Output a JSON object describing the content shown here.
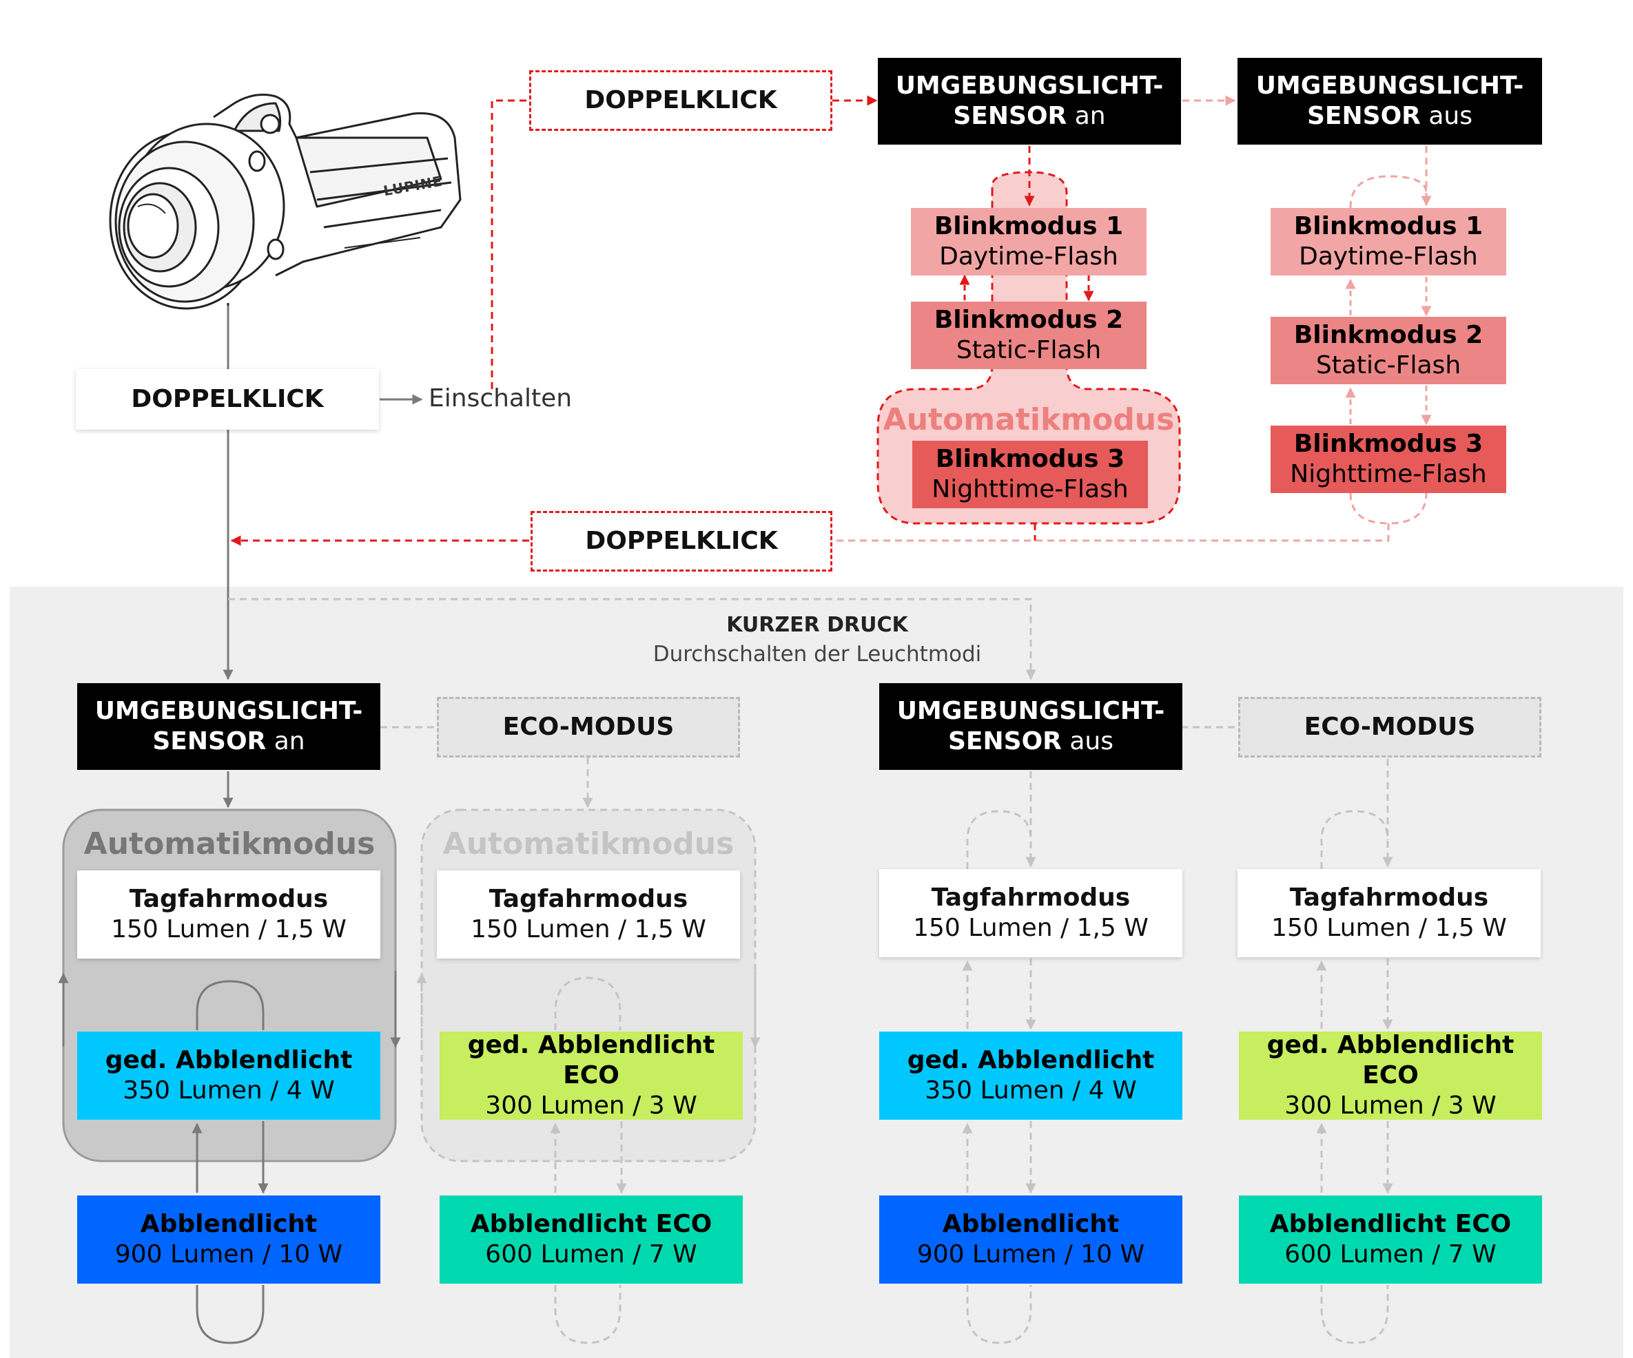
{
  "colors": {
    "sensor_box": "#000000",
    "flash_1": "#f2a5a5",
    "flash_2": "#ec8585",
    "flash_3": "#e65a5a",
    "auto_region_red": "#f7c9c9",
    "dash_red": "#e0191b",
    "low_beam_dimmed": "#00c8ff",
    "low_beam": "#0066ff",
    "low_beam_dimmed_eco": "#c6ee5e",
    "low_beam_eco": "#00d9b0",
    "auto_region_grey": "#cfcfcf",
    "arrow_grey": "#7a7a7a",
    "dash_grey": "#c4c4c4"
  },
  "icons": {
    "lamp": "lupine-bike-light-icon"
  },
  "lamp": {
    "brand": "LUPINE"
  },
  "top": {
    "doppelklick_main": "DOPPELKLICK",
    "einschalten": "Einschalten",
    "doppelklick_upper": "DOPPELKLICK",
    "doppelklick_lower": "DOPPELKLICK",
    "sensor_on": {
      "line1": "UMGEBUNGSLICHT-",
      "line2_bold": "SENSOR",
      "line2_normal": " an"
    },
    "sensor_off": {
      "line1": "UMGEBUNGSLICHT-",
      "line2_bold": "SENSOR",
      "line2_normal": " aus"
    },
    "auto_label": "Automatikmodus",
    "flash_modes": [
      {
        "title": "Blinkmodus 1",
        "subtitle": "Daytime-Flash"
      },
      {
        "title": "Blinkmodus 2",
        "subtitle": "Static-Flash"
      },
      {
        "title": "Blinkmodus 3",
        "subtitle": "Nighttime-Flash"
      }
    ]
  },
  "bottom": {
    "kurzer_druck": "KURZER DRUCK",
    "durchschalten": "Durchschalten der Leuchtmodi",
    "sensor_on": {
      "line1": "UMGEBUNGSLICHT-",
      "line2_bold": "SENSOR",
      "line2_normal": " an"
    },
    "sensor_off": {
      "line1": "UMGEBUNGSLICHT-",
      "line2_bold": "SENSOR",
      "line2_normal": " aus"
    },
    "eco_modus": "ECO-MODUS",
    "auto_label": "Automatikmodus",
    "normal_modes": [
      {
        "title": "Tagfahrmodus",
        "subtitle": "150 Lumen / 1,5 W"
      },
      {
        "title": "ged. Abblendlicht",
        "subtitle": "350 Lumen / 4 W"
      },
      {
        "title": "Abblendlicht",
        "subtitle": "900 Lumen / 10 W"
      }
    ],
    "eco_modes": [
      {
        "title": "Tagfahrmodus",
        "subtitle": "150 Lumen / 1,5 W"
      },
      {
        "title": "ged. Abblendlicht ECO",
        "subtitle": "300 Lumen / 3 W"
      },
      {
        "title": "Abblendlicht ECO",
        "subtitle": "600 Lumen / 7 W"
      }
    ]
  }
}
